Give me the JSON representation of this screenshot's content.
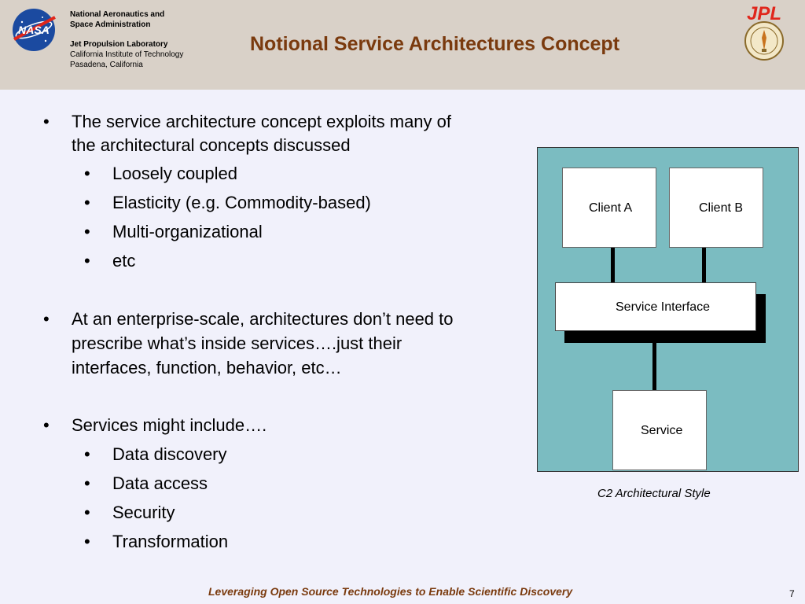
{
  "header": {
    "agency_line1": "National Aeronautics and",
    "agency_line2": "Space Administration",
    "lab_name": "Jet Propulsion Laboratory",
    "institution": "California Institute of Technology",
    "location": "Pasadena, California",
    "title": "Notional Service Architectures Concept",
    "jpl_logo_text": "JPL",
    "colors": {
      "header_bg": "#d9d1c8",
      "title": "#7a3a0e",
      "jpl_red": "#e0261b",
      "nasa_blue": "#1b4aa0"
    }
  },
  "bullets": [
    {
      "text": "The service architecture concept exploits many of",
      "level": 1,
      "bullet": "•"
    },
    {
      "text": "the architectural concepts discussed",
      "level": 1,
      "bullet": ""
    },
    {
      "text": "Loosely coupled",
      "level": 2,
      "bullet": "•"
    },
    {
      "text": "Elasticity (e.g. Commodity-based)",
      "level": 2,
      "bullet": "•"
    },
    {
      "text": "Multi-organizational",
      "level": 2,
      "bullet": "•"
    },
    {
      "text": " etc",
      "level": 2,
      "bullet": "•"
    },
    {
      "text": "At an enterprise-scale, architectures don’t need to",
      "level": 1,
      "bullet": "•"
    },
    {
      "text": "prescribe what’s inside services….just their",
      "level": 1,
      "bullet": ""
    },
    {
      "text": "interfaces, function, behavior, etc…",
      "level": 1,
      "bullet": ""
    },
    {
      "text": "Services might include….",
      "level": 1,
      "bullet": "•"
    },
    {
      "text": "Data discovery",
      "level": 2,
      "bullet": "•"
    },
    {
      "text": "Data access",
      "level": 2,
      "bullet": "•"
    },
    {
      "text": "Security",
      "level": 2,
      "bullet": "•"
    },
    {
      "text": "Transformation",
      "level": 2,
      "bullet": "•"
    }
  ],
  "diagram": {
    "client_a": "Client A",
    "client_b": "Client B",
    "service_interface": "Service Interface",
    "service": "Service",
    "caption": "C2 Architectural Style",
    "bg_color": "#7bbcc1"
  },
  "footer": {
    "tagline": "Leveraging Open Source Technologies to Enable Scientific Discovery",
    "page_number": "7"
  }
}
